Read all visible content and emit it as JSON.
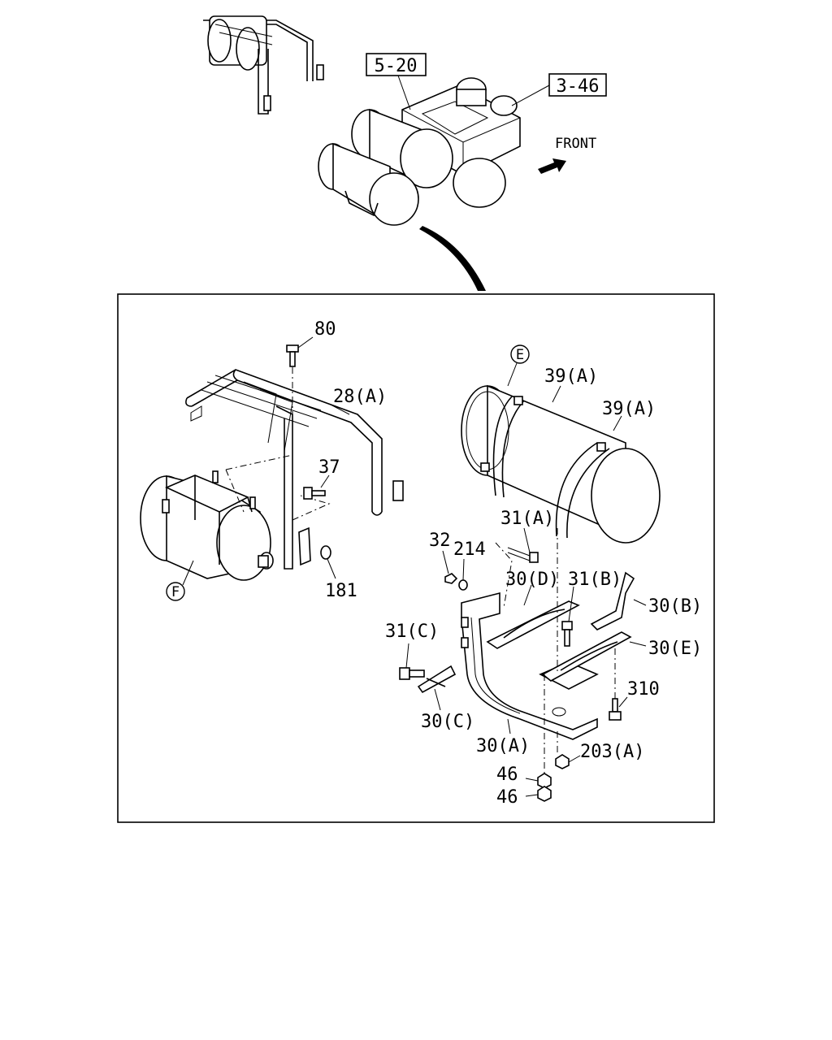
{
  "overview": {
    "ref_top_left": "5-20",
    "ref_top_right": "3-46",
    "front_label": "FRONT"
  },
  "callouts": {
    "c80": "80",
    "c28a": "28(A)",
    "c37": "37",
    "c181": "181",
    "cF": "F",
    "cE": "E",
    "c39a1": "39(A)",
    "c39a2": "39(A)",
    "c31a": "31(A)",
    "c32": "32",
    "c214": "214",
    "c30d": "30(D)",
    "c31b": "31(B)",
    "c30b": "30(B)",
    "c30e": "30(E)",
    "c31c": "31(C)",
    "c30c": "30(C)",
    "c30a": "30(A)",
    "c310": "310",
    "c203a": "203(A)",
    "c46a": "46",
    "c46b": "46"
  }
}
